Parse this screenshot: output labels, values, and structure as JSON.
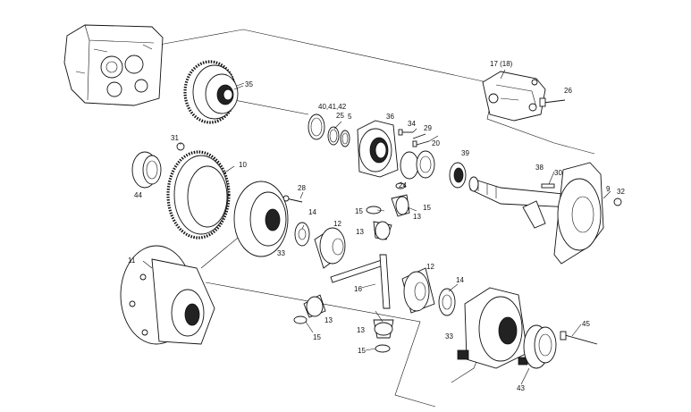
{
  "diagram": {
    "labels": [
      {
        "id": "35",
        "text": "35"
      },
      {
        "id": "17_18",
        "text": "17 (18)"
      },
      {
        "id": "26",
        "text": "26"
      },
      {
        "id": "40_41_42",
        "text": "40,41,42"
      },
      {
        "id": "25",
        "text": "25"
      },
      {
        "id": "5",
        "text": "5"
      },
      {
        "id": "36",
        "text": "36"
      },
      {
        "id": "34",
        "text": "34"
      },
      {
        "id": "29",
        "text": "29"
      },
      {
        "id": "20",
        "text": "20"
      },
      {
        "id": "31",
        "text": "31"
      },
      {
        "id": "10",
        "text": "10"
      },
      {
        "id": "44",
        "text": "44"
      },
      {
        "id": "39",
        "text": "39"
      },
      {
        "id": "38",
        "text": "38"
      },
      {
        "id": "30",
        "text": "30"
      },
      {
        "id": "24",
        "text": "24"
      },
      {
        "id": "9",
        "text": "9"
      },
      {
        "id": "32",
        "text": "32"
      },
      {
        "id": "28",
        "text": "28"
      },
      {
        "id": "15a",
        "text": "15"
      },
      {
        "id": "15b",
        "text": "15"
      },
      {
        "id": "13a",
        "text": "13"
      },
      {
        "id": "14a",
        "text": "14"
      },
      {
        "id": "12a",
        "text": "12"
      },
      {
        "id": "13b",
        "text": "13"
      },
      {
        "id": "33a",
        "text": "33"
      },
      {
        "id": "11",
        "text": "11"
      },
      {
        "id": "16",
        "text": "16"
      },
      {
        "id": "12b",
        "text": "12"
      },
      {
        "id": "14b",
        "text": "14"
      },
      {
        "id": "13c",
        "text": "13"
      },
      {
        "id": "15c",
        "text": "15"
      },
      {
        "id": "13d",
        "text": "13"
      },
      {
        "id": "33b",
        "text": "33"
      },
      {
        "id": "45",
        "text": "45"
      },
      {
        "id": "15d",
        "text": "15"
      },
      {
        "id": "43",
        "text": "43"
      }
    ]
  }
}
